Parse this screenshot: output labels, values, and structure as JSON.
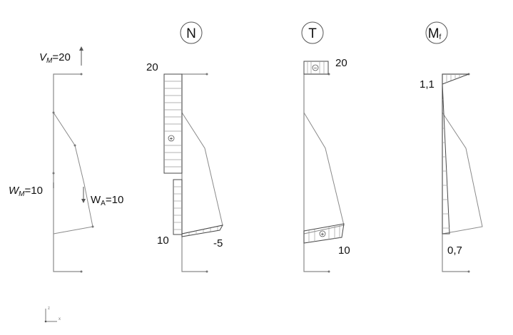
{
  "labels": {
    "vm": "V",
    "vm_sub": "M",
    "vm_val": "=20",
    "wm": "W",
    "wm_sub": "M",
    "wm_val": "=10",
    "wa": "W",
    "wa_sub": "A",
    "wa_val": "=10"
  },
  "panels": {
    "n": {
      "header": "N",
      "top_value": "20",
      "bottom_value": "10",
      "right_value": "-5",
      "sign_top": "+",
      "sign_bottom": ""
    },
    "t": {
      "header": "T",
      "header_sub": "",
      "top_value": "20",
      "bottom_value": "10",
      "sign_top": "−",
      "sign_bottom": "+"
    },
    "m": {
      "header": "M",
      "header_sub": "f",
      "top_value": "1,1",
      "bottom_value": "0,7"
    }
  },
  "axes": {
    "y": "z",
    "x": "x"
  }
}
